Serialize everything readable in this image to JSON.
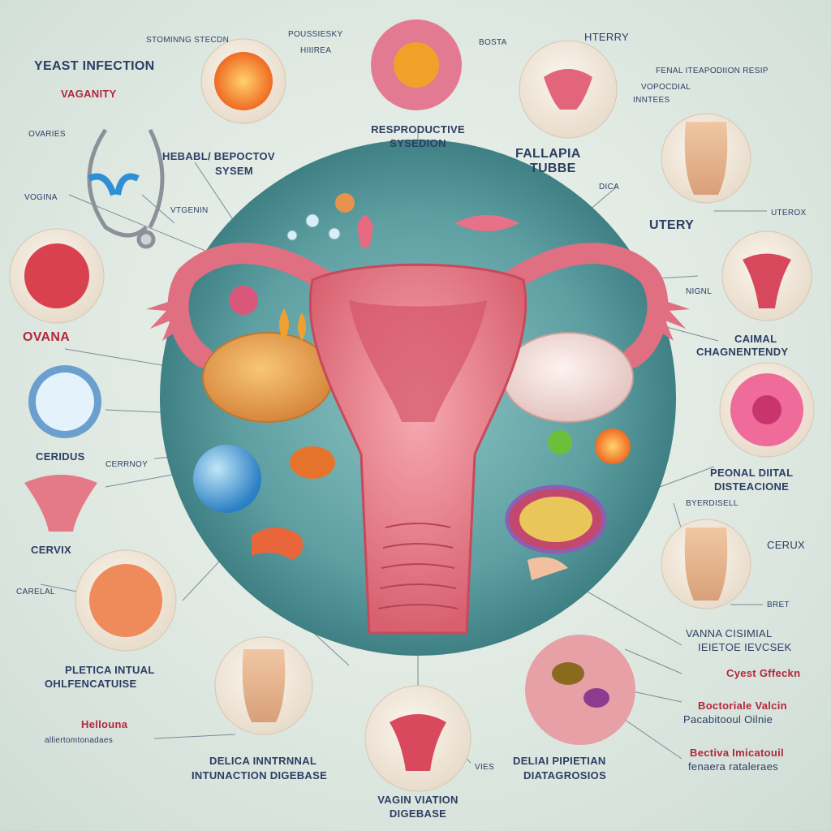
{
  "labels": {
    "yeast_infection": "YEAST INFECTION",
    "vaginity": "VAGANITY",
    "ovaries_top": "OVARIES",
    "vagina_left": "VOGINA",
    "ovana": "OVANA",
    "cervix_left": "CERVIX",
    "ceridus": "CERIDUS",
    "cerrnoy": "CERRNOY",
    "carelal": "CARELAL",
    "pletica_1": "PLETICA INTUAL",
    "pletica_2": "OHLFENCATUISE",
    "hellouna_1": "Hellouna",
    "hellouna_2": "alliertomtonadaes",
    "delica_1": "DELICA INNTRNNAL",
    "delica_2": "INTUNACTION DIGEBASE",
    "vagin_1": "VAGIN VIATION",
    "vagin_2": "DIGEBASE",
    "vies": "VIES",
    "delia_1": "DELIAI PIPIETIAN",
    "delia_2": "DIATAGROSIOS",
    "bectiva_1": "Bectiva Imicatouil",
    "bectiva_2": "fenaera rataleraes",
    "bectoria_1": "Boctoriale Valcin",
    "bectoria_2": "Pacabitooul Oilnie",
    "cyest": "Cyest Gffeckn",
    "vanna_1": "VANNA CISIMIAL",
    "vanna_2": "IEIETOE IEVCSEK",
    "bret": "BRET",
    "cerux_right": "CERUX",
    "byerdisell": "BYERDISELL",
    "pelenal_1": "PEONAL DIITAL",
    "pelenal_2": "DISTEACIONE",
    "caimal_1": "CAIMAL",
    "caimal_2": "CHAGNENTENDY",
    "nigul": "NIGNL",
    "utery_right": "UTERY",
    "utepox": "UTEROX",
    "dica": "DICA",
    "fallapia_1": "FALLAPIA",
    "fallapia_2": "TUBBE",
    "vopocedial": "VOPOCDIAL",
    "inntees": "INNTEES",
    "fenal": "FENAL ITEAPODIION RESIP",
    "hterry": "HTERRY",
    "bosta": "BOSTA",
    "poussiesky": "POUSSIESKY",
    "hiiirea": "HIIIREA",
    "stoming": "STOMINNG STECDN",
    "reproductive_1": "RESPRODUCTIVE",
    "reproductive_2": "SYSEDION",
    "hebabl_1": "HEBABL/ BEPOCTOV",
    "hebabl_2": "SYSEM",
    "vtgenin": "VTGENIN"
  },
  "colors": {
    "tissue_pink": "#e8788a",
    "tissue_dark": "#c8495c",
    "ovary_gold": "#e8a04a",
    "ovary_cream": "#f3e3e0",
    "circle_teal": "#5a9ea1",
    "text_navy": "#2c3e63",
    "text_red": "#b3263a"
  }
}
